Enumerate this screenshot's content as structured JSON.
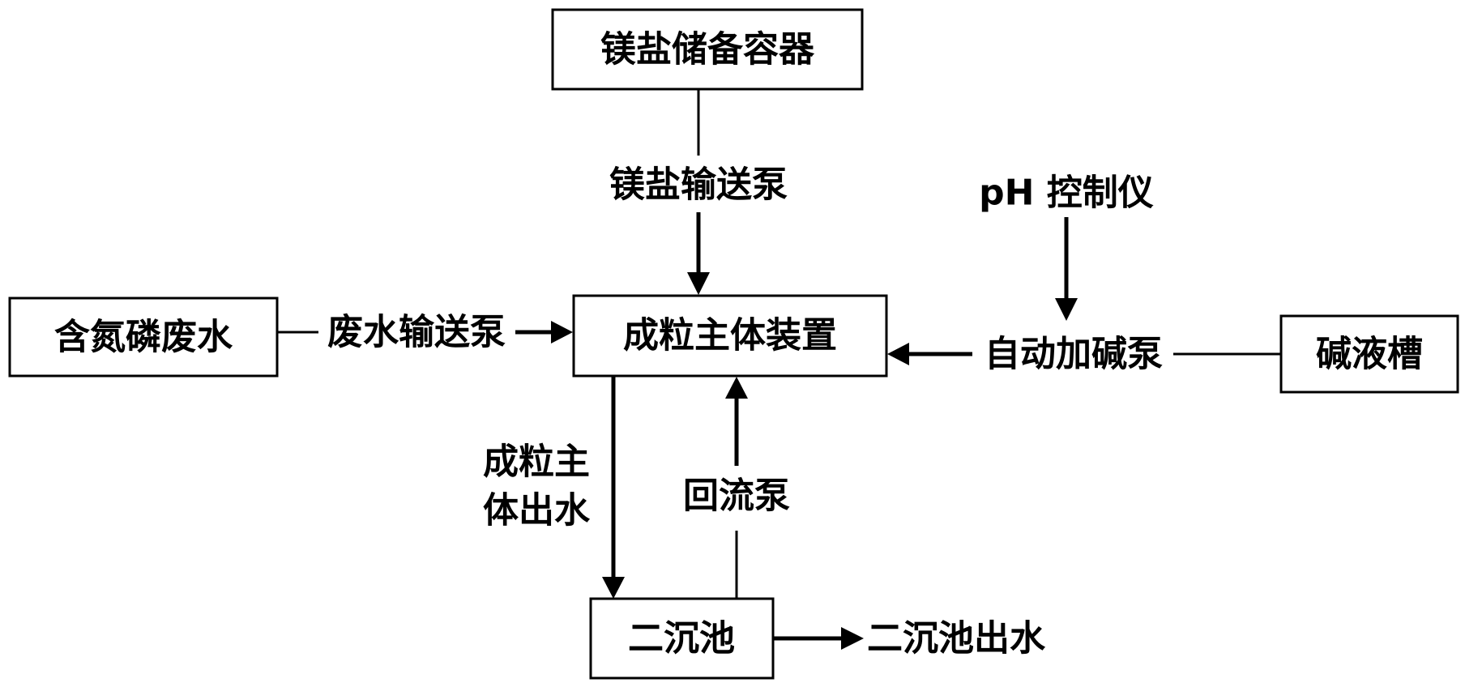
{
  "nodes": {
    "mg_container": "镁盐储备容器",
    "wastewater": "含氮磷废水",
    "granulation": "成粒主体装置",
    "alkali_tank": "碱液槽",
    "clarifier": "二沉池"
  },
  "labels": {
    "mg_pump": "镁盐输送泵",
    "ph_controller": "pH 控制仪",
    "waste_pump": "废水输送泵",
    "alkali_pump": "自动加碱泵",
    "granulation_outflow_line1": "成粒主",
    "granulation_outflow_line2": "体出水",
    "reflux_pump": "回流泵",
    "clarifier_outflow": "二沉池出水"
  }
}
